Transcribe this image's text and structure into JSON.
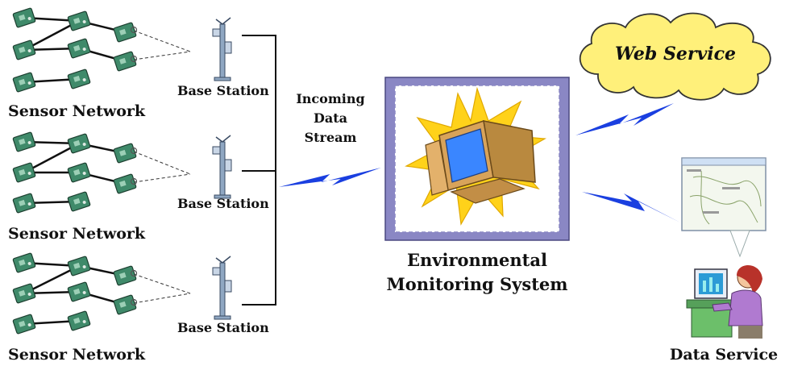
{
  "labels": {
    "sensor_network": "Sensor Network",
    "base_station": "Base Station",
    "incoming_line1": "Incoming",
    "incoming_line2": "Data",
    "incoming_line3": "Stream",
    "ems_line1": "Environmental",
    "ems_line2": "Monitoring System",
    "web_service": "Web Service",
    "data_service": "Data Service"
  },
  "groups": [
    {
      "sensor_label": "Sensor Network",
      "station_label": "Base Station"
    },
    {
      "sensor_label": "Sensor Network",
      "station_label": "Base Station"
    },
    {
      "sensor_label": "Sensor Network",
      "station_label": "Base Station"
    }
  ],
  "colors": {
    "lightning": "#1a3fe0",
    "ems_border": "#8a87c4",
    "cloud": "#fff07a",
    "sensor_board": "#3f8a6a",
    "sun": "#ffd21a"
  }
}
